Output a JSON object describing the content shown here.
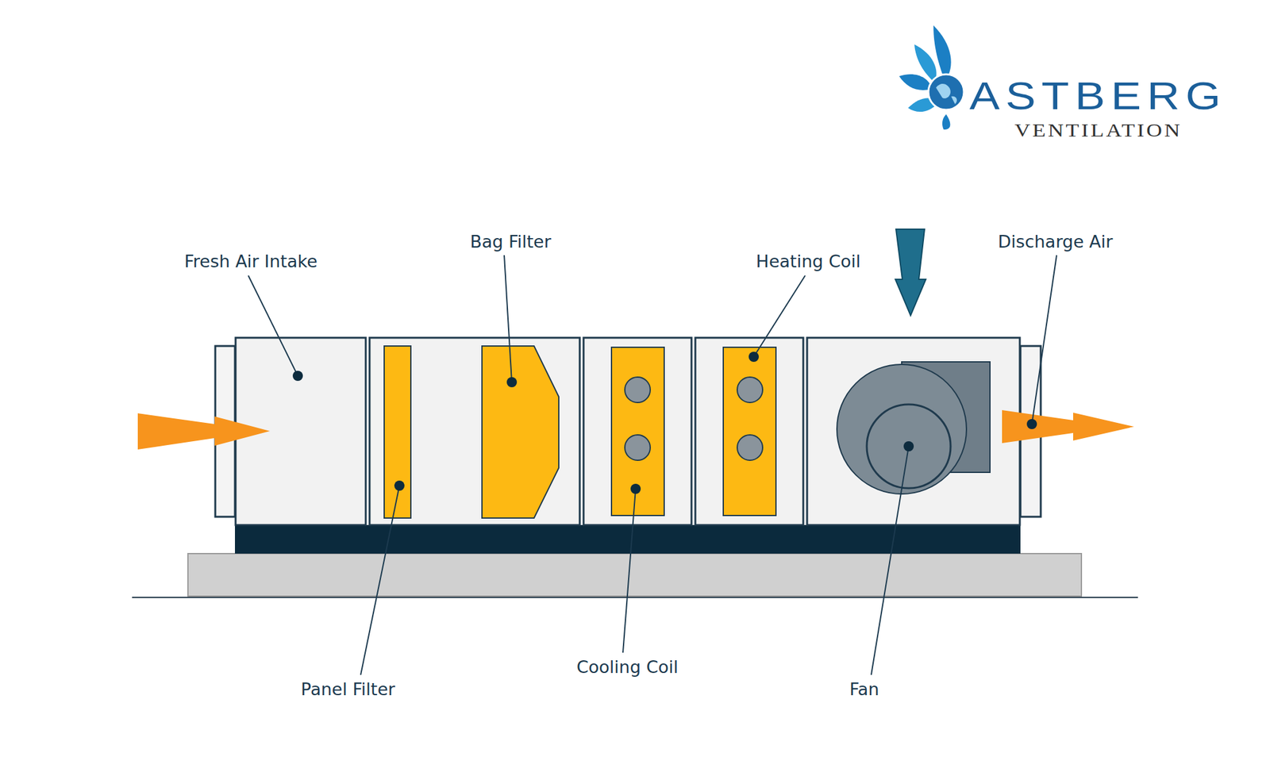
{
  "diagram": {
    "labels": [
      "ASTBERG",
      "VENTILATION",
      "Fresh Air Intake",
      "Bag Filter",
      "Heating Coil",
      "Discharge Air",
      "Panel Filter",
      "Cooling Coil",
      "Fan"
    ]
  }
}
